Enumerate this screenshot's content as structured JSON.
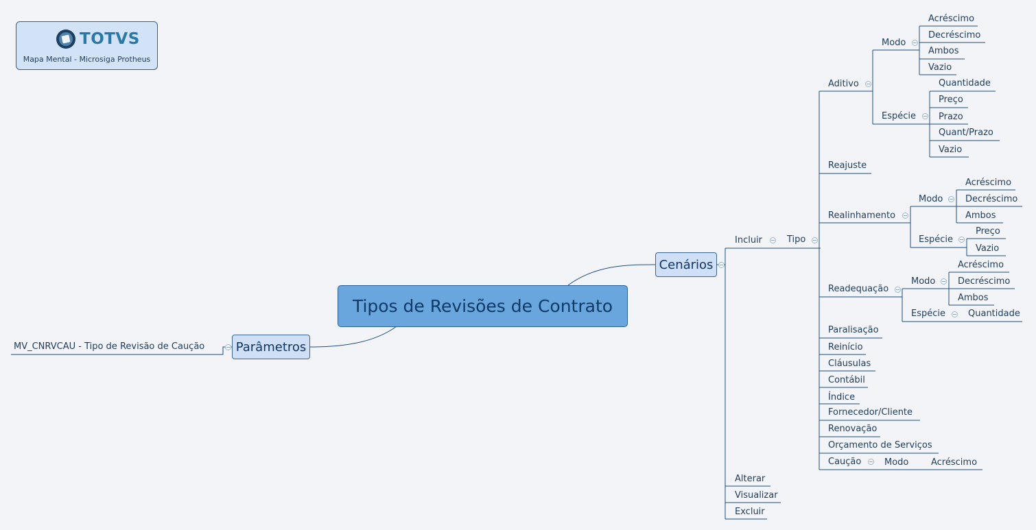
{
  "logo": {
    "brand": "TOTVS",
    "subtitle": "Mapa Mental - Microsiga Protheus"
  },
  "root": {
    "label": "Tipos de Revisões de Contrato"
  },
  "parametros": {
    "label": "Parâmetros",
    "item": "MV_CNRVCAU - Tipo de Revisão de Caução"
  },
  "cenarios": {
    "label": "Cenários",
    "incluir": "Incluir",
    "alterar": "Alterar",
    "visualizar": "Visualizar",
    "excluir": "Excluir",
    "tipo": "Tipo",
    "aditivo": {
      "label": "Aditivo",
      "modo": {
        "label": "Modo",
        "items": [
          "Acréscimo",
          "Decréscimo",
          "Ambos",
          "Vazio"
        ]
      },
      "especie": {
        "label": "Espécie",
        "items": [
          "Quantidade",
          "Preço",
          "Prazo",
          "Quant/Prazo",
          "Vazio"
        ]
      }
    },
    "reajuste": "Reajuste",
    "realinhamento": {
      "label": "Realinhamento",
      "modo": {
        "label": "Modo",
        "items": [
          "Acréscimo",
          "Decréscimo",
          "Ambos"
        ]
      },
      "especie": {
        "label": "Espécie",
        "items": [
          "Preço",
          "Vazio"
        ]
      }
    },
    "readequacao": {
      "label": "Readequação",
      "modo": {
        "label": "Modo",
        "items": [
          "Acréscimo",
          "Decréscimo",
          "Ambos"
        ]
      },
      "especie": {
        "label": "Espécie",
        "items": [
          "Quantidade"
        ]
      }
    },
    "others": [
      "Paralisação",
      "Reinício",
      "Cláusulas",
      "Contábil",
      "Índice",
      "Fornecedor/Cliente",
      "Renovação",
      "Orçamento de Serviços"
    ],
    "caucao": {
      "label": "Caução",
      "modo": "Modo",
      "item": "Acréscimo"
    }
  },
  "colors": {
    "background": "#f2f4f7",
    "line": "#1f4e79",
    "root_fill": "#6aa6de",
    "sub_fill": "#cfe0f6",
    "text": "#1f3b5a",
    "brand": "#2a79a4"
  }
}
